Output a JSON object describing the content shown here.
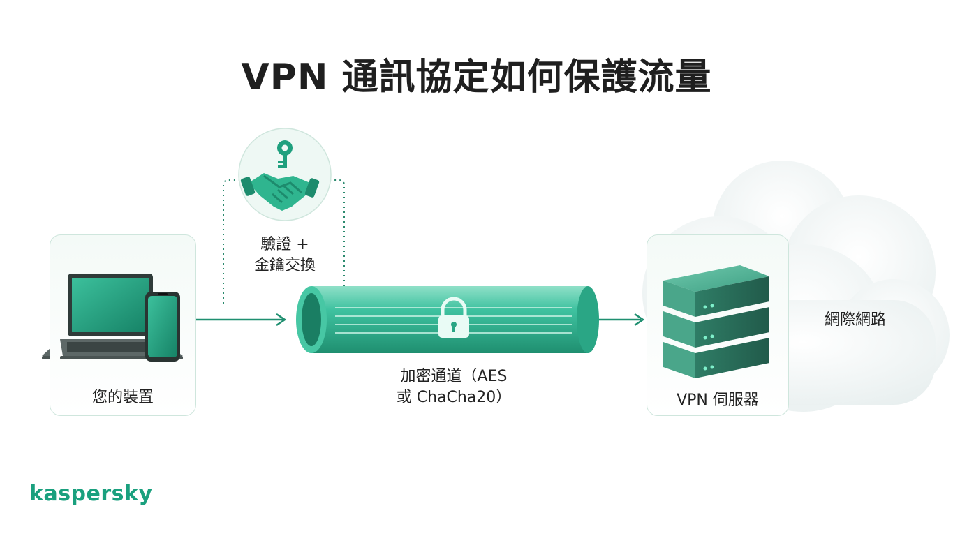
{
  "title": "VPN 通訊協定如何保護流量",
  "device": {
    "label": "您的裝置"
  },
  "handshake": {
    "label_line1": "驗證 +",
    "label_line2": "金鑰交換"
  },
  "tunnel": {
    "label_line1": "加密通道（AES",
    "label_line2": "或 ChaCha20）"
  },
  "server": {
    "label": "VPN 伺服器"
  },
  "internet": {
    "label": "網際網路"
  },
  "brand": {
    "logo_text": "kaspersky"
  },
  "colors": {
    "accent": "#1f8f70",
    "tunnel": "#3fc2a0",
    "brand": "#1aa07e"
  },
  "icons": [
    "laptop-icon",
    "phone-icon",
    "key-icon",
    "handshake-icon",
    "lock-icon",
    "server-icon",
    "cloud-icon"
  ]
}
